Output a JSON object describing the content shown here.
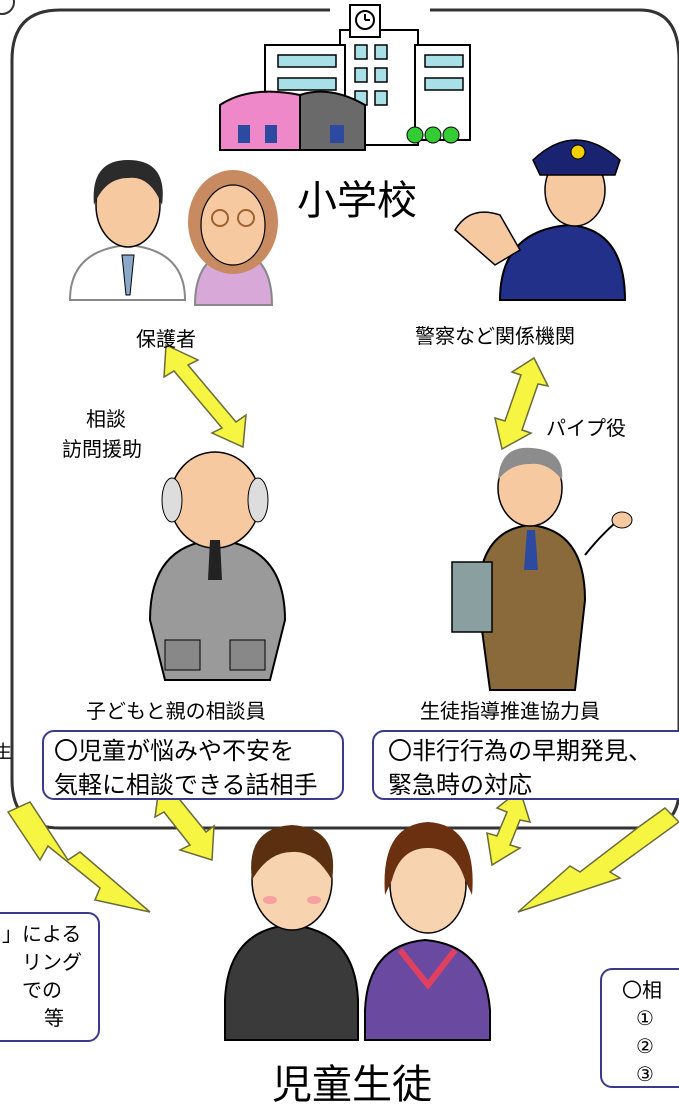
{
  "school": {
    "title": "小学校"
  },
  "people": {
    "guardian": "保護者",
    "police": "警察など関係機関",
    "counselor": "子どもと親の相談員",
    "coordinator": "生徒指導推進協力員"
  },
  "arrows": {
    "consult_line1": "相談",
    "consult_line2": "訪問援助",
    "pipe": "パイプ役"
  },
  "roles": {
    "counselor_desc": [
      "〇児童が悩みや不安を",
      "気軽に相談できる話相手"
    ],
    "coordinator_desc": [
      "〇非行行為の早期発見、",
      "緊急時の対応"
    ]
  },
  "left_box": {
    "lines": [
      "」による",
      "リング",
      "での",
      "等"
    ]
  },
  "right_box": {
    "lines": [
      "〇相",
      "①",
      "②",
      "③"
    ]
  },
  "left_edge_text": "生",
  "students": {
    "title": "児童生徒"
  },
  "colors": {
    "arrow_fill": "#f6f542",
    "arrow_stroke": "#6a6a3a",
    "box_border": "#3a3a8a",
    "frame": "#333333"
  }
}
